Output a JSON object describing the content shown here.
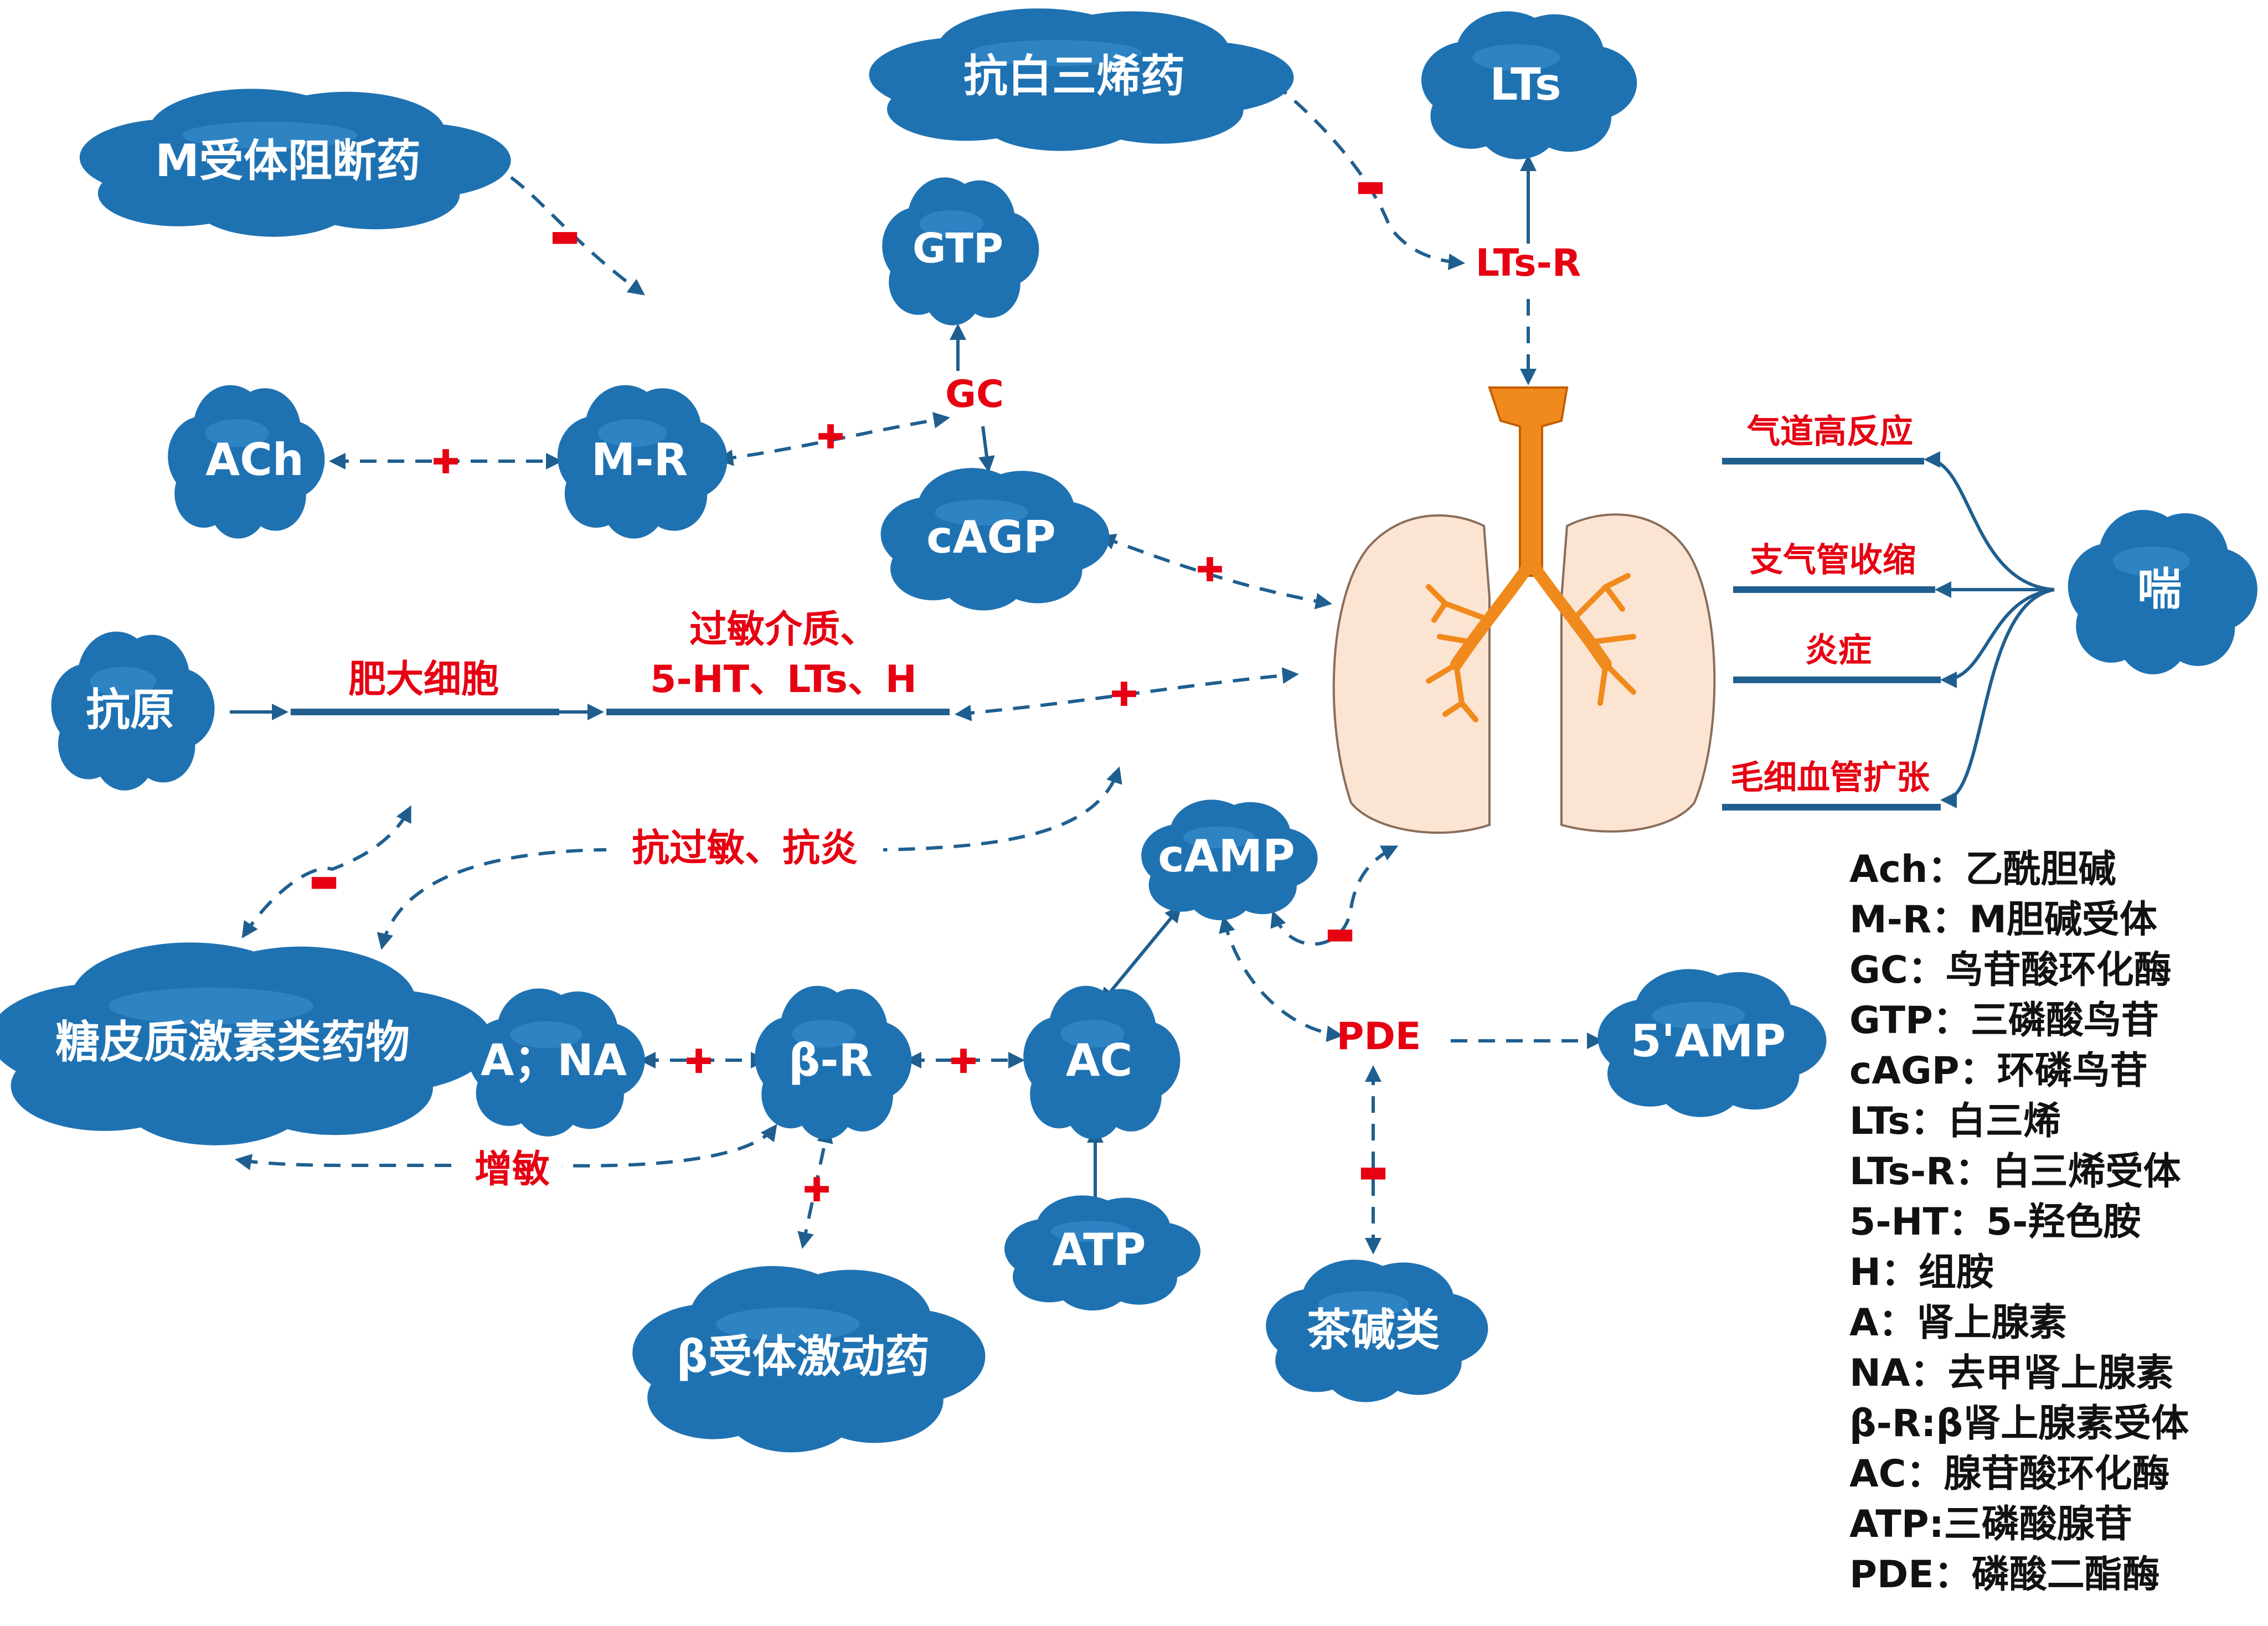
{
  "nodes": {
    "m_blocker": "M受体阻断药",
    "anti_lt": "抗白三烯药",
    "lts": "LTs",
    "gtp": "GTP",
    "ach": "ACh",
    "mr": "M-R",
    "cagp": "cAGP",
    "antigen": "抗原",
    "camp": "cAMP",
    "glucocorticoid": "糖皮质激素类药物",
    "a_na": "A；NA",
    "beta_r": "β-R",
    "ac": "AC",
    "five_amp": "5'AMP",
    "atp": "ATP",
    "theophylline": "茶碱类",
    "beta_agonist": "β受体激动药",
    "asthma": "喘"
  },
  "labels": {
    "gc": "GC",
    "lts_r": "LTs-R",
    "mast_cell": "肥大细胞",
    "mediators_line1": "过敏介质、",
    "mediators_line2": "5-HT、LTs、H",
    "anti_allergy": "抗过敏、抗炎",
    "sensitize": "增敏",
    "pde": "PDE",
    "plus": "✚",
    "minus": "▬"
  },
  "symptoms": [
    "气道高反应",
    "支气管收缩",
    "炎症",
    "毛细血管扩张"
  ],
  "legend": [
    "Ach：乙酰胆碱",
    "M-R：M胆碱受体",
    "GC：鸟苷酸环化酶",
    "GTP：三磷酸鸟苷",
    "cAGP：环磷鸟苷",
    "LTs：白三烯",
    "LTs-R：白三烯受体",
    "5-HT：5-羟色胺",
    "H：组胺",
    "A：肾上腺素",
    "NA：去甲肾上腺素",
    "β-R:β肾上腺素受体",
    "AC：腺苷酸环化酶",
    "ATP:三磷酸腺苷",
    "PDE：磷酸二酯酶"
  ],
  "colors": {
    "cloud": "#1f72b2",
    "arrow": "#1f5f8f",
    "effect_text": "#e60012",
    "lung_fill": "#fce4d2",
    "lung_stroke": "#8a6d5a",
    "airway": "#f08a1c"
  }
}
